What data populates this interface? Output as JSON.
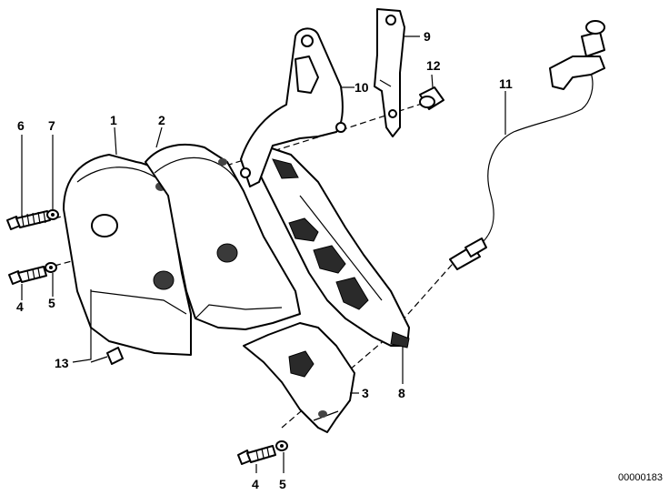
{
  "diagram": {
    "callouts": {
      "c1": "1",
      "c2": "2",
      "c3": "3",
      "c4a": "4",
      "c4b": "4",
      "c5a": "5",
      "c5b": "5",
      "c6": "6",
      "c7": "7",
      "c8": "8",
      "c9": "9",
      "c10": "10",
      "c11": "11",
      "c12": "12",
      "c13": "13"
    },
    "reference_number": "00000183"
  }
}
